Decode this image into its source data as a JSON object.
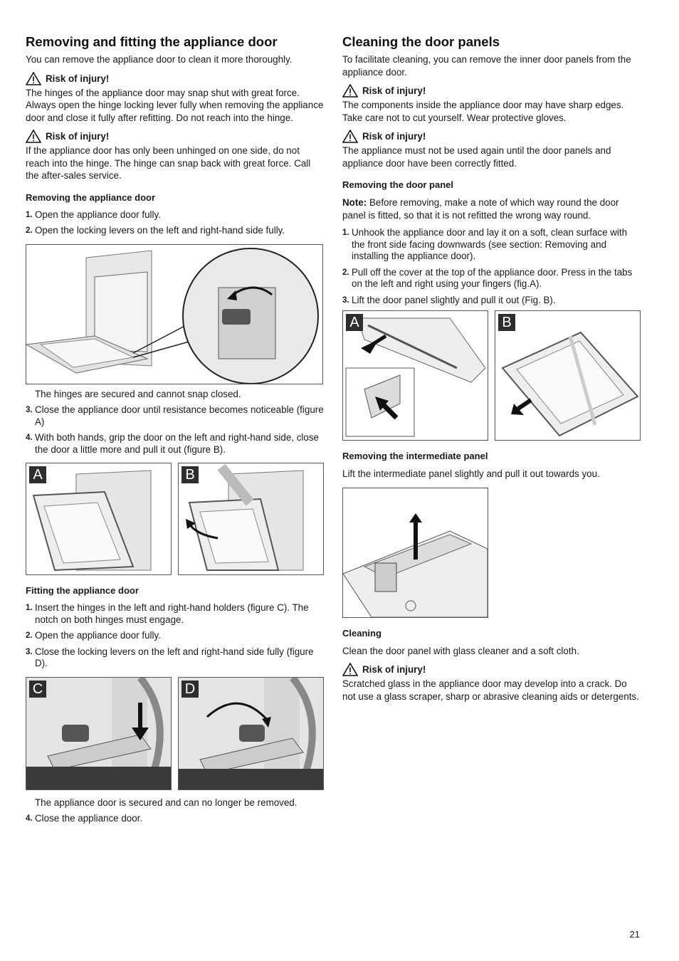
{
  "left": {
    "title": "Removing and fitting the appliance door",
    "intro": "You can remove the appliance door to clean it more thoroughly.",
    "warn1_label": "Risk of injury!",
    "warn1_text": "The hinges of the appliance door may snap shut with great force. Always open the hinge locking lever fully when removing the appliance door and close it fully after refitting. Do not reach into the hinge.",
    "warn2_label": "Risk of injury!",
    "warn2_text": "If the appliance door has only been unhinged on one side, do not reach into the hinge. The hinge can snap back with great force. Call the after-sales service.",
    "removing_heading": "Removing the appliance door",
    "removing_steps_a": [
      {
        "num": "1.",
        "text": "Open the appliance door fully."
      },
      {
        "num": "2.",
        "text": "Open the locking levers on the left and right-hand side fully."
      }
    ],
    "hinge_note": "The hinges are secured and cannot snap closed.",
    "removing_steps_b": [
      {
        "num": "3.",
        "text": "Close the appliance door until resistance becomes noticeable (figure A)"
      },
      {
        "num": "4.",
        "text": "With both hands, grip the door on the left and right-hand side, close the door a little more and pull it out (figure B)."
      }
    ],
    "fig_a": "A",
    "fig_b": "B",
    "fitting_heading": "Fitting the appliance door",
    "fitting_steps_a": [
      {
        "num": "1.",
        "text": "Insert the hinges in the left and right-hand holders (figure C). The notch on both hinges must engage."
      },
      {
        "num": "2.",
        "text": "Open the appliance door fully."
      },
      {
        "num": "3.",
        "text": "Close the locking levers on the left and right-hand side fully (figure D)."
      }
    ],
    "fig_c": "C",
    "fig_d": "D",
    "secured_note": "The appliance door is secured and can no longer be removed.",
    "fitting_steps_b": [
      {
        "num": "4.",
        "text": "Close the appliance door."
      }
    ]
  },
  "right": {
    "title": "Cleaning the door panels",
    "intro": "To facilitate cleaning, you can remove the inner door panels from the appliance door.",
    "warn1_label": "Risk of injury!",
    "warn1_text": "The components inside the appliance door may have sharp edges. Take care not to cut yourself. Wear protective gloves.",
    "warn2_label": "Risk of injury!",
    "warn2_text": "The appliance must not be used again until the door panels and appliance door have been correctly fitted.",
    "door_panel_heading": "Removing the door panel",
    "note_label": "Note:",
    "note_text": " Before removing, make a note of which way round the door panel is fitted, so that it is not refitted the wrong way round.",
    "panel_steps": [
      {
        "num": "1.",
        "text": "Unhook the appliance door and lay it on a soft, clean surface with the front side facing downwards (see section: Removing and installing the appliance door)."
      },
      {
        "num": "2.",
        "text": "Pull off the cover at the top of the appliance door. Press in the tabs on the left and right using your fingers (fig.A)."
      },
      {
        "num": "3.",
        "text": "Lift the door panel slightly and pull it out (Fig. B)."
      }
    ],
    "fig_a": "A",
    "fig_b": "B",
    "intermediate_heading": "Removing the intermediate panel",
    "intermediate_text": "Lift the intermediate panel slightly and pull it out towards you.",
    "cleaning_heading": "Cleaning",
    "cleaning_text": "Clean the door panel with glass cleaner and a soft cloth.",
    "warn3_label": "Risk of injury!",
    "warn3_text": "Scratched glass in the appliance door may develop into a crack. Do not use a glass scraper, sharp or abrasive cleaning aids or detergents."
  },
  "page_number": "21"
}
